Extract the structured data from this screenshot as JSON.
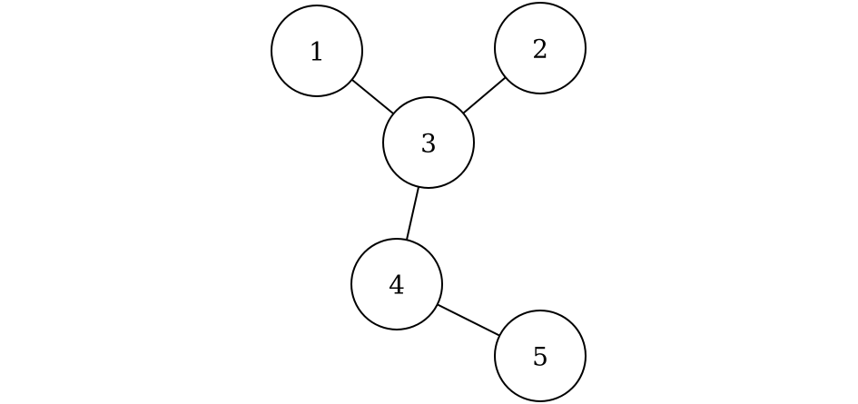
{
  "graph": {
    "nodes": [
      {
        "id": "1",
        "label": "1"
      },
      {
        "id": "2",
        "label": "2"
      },
      {
        "id": "3",
        "label": "3"
      },
      {
        "id": "4",
        "label": "4"
      },
      {
        "id": "5",
        "label": "5"
      }
    ],
    "edges": [
      {
        "from": "1",
        "to": "3"
      },
      {
        "from": "2",
        "to": "3"
      },
      {
        "from": "3",
        "to": "4"
      },
      {
        "from": "4",
        "to": "5"
      }
    ]
  }
}
